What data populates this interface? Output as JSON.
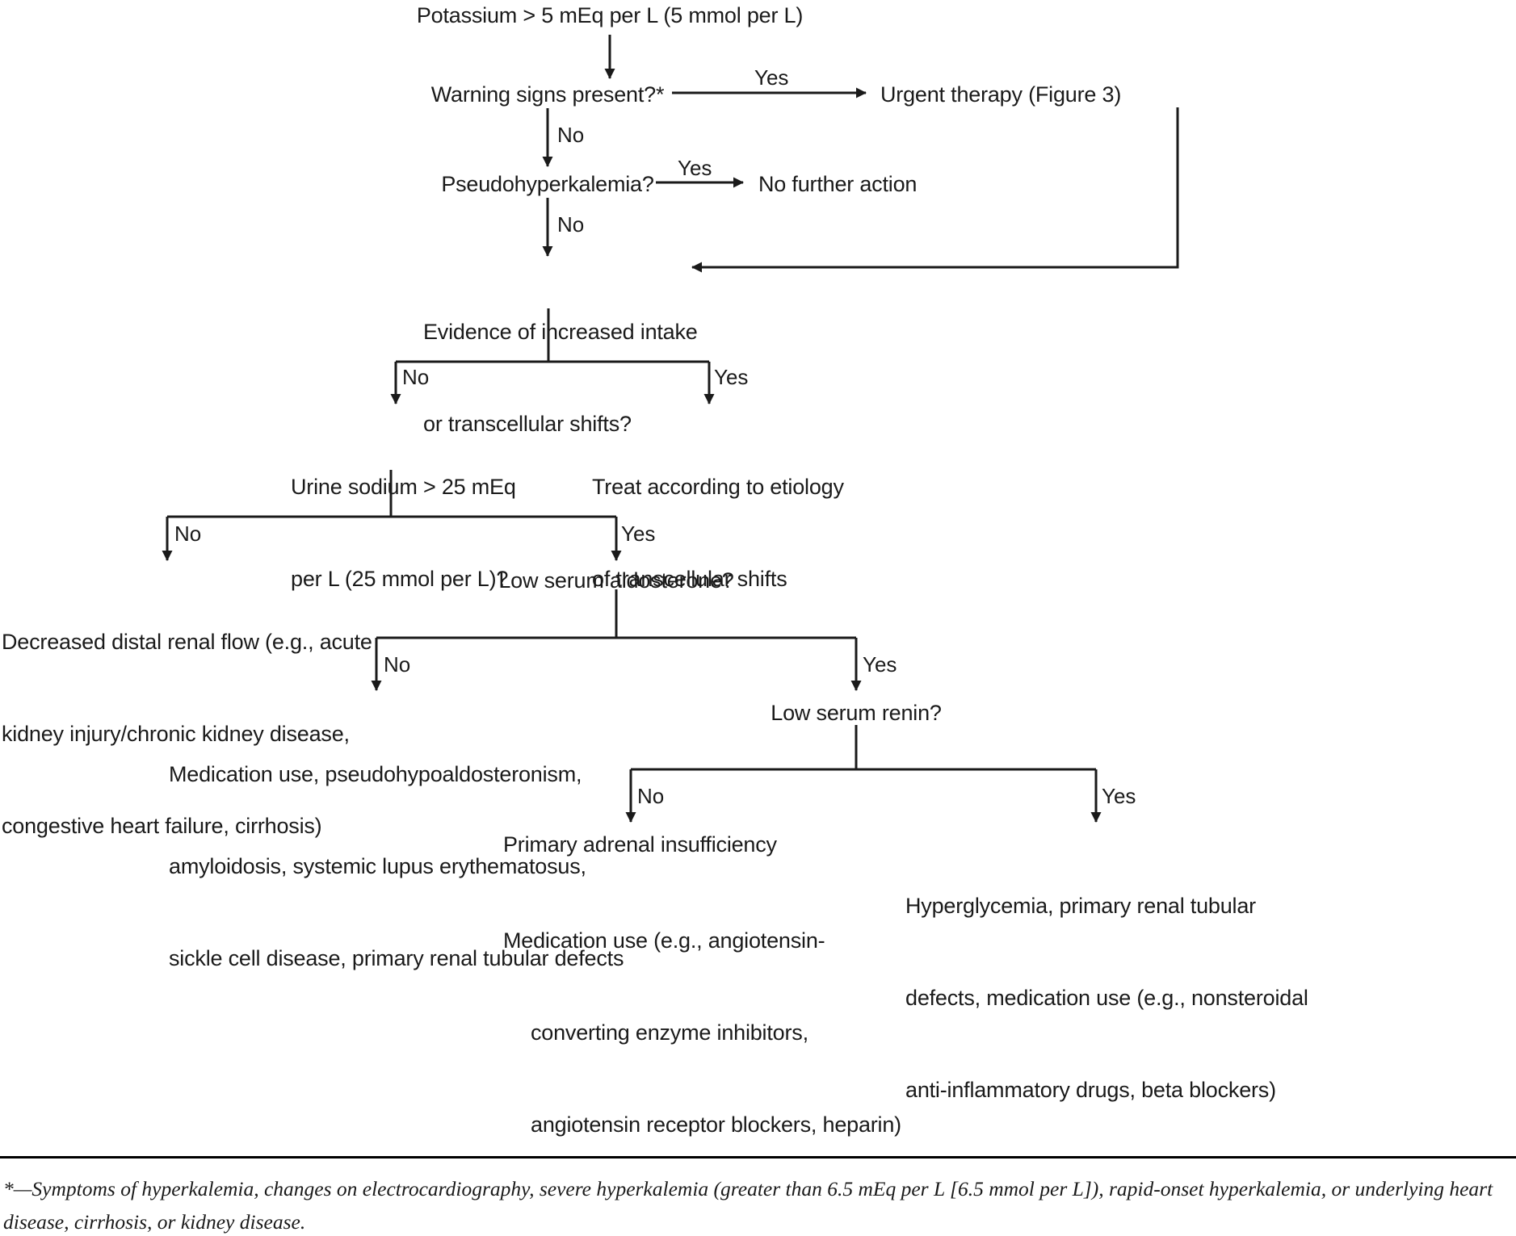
{
  "figure": {
    "type": "clinical-decision-flowchart",
    "topic": "Evaluation of hyperkalemia"
  },
  "nodes": {
    "potassium": "Potassium > 5 mEq per L (5 mmol per L)",
    "warning_signs": "Warning signs present?*",
    "urgent_therapy": "Urgent therapy (Figure 3)",
    "pseudohyperkalemia": "Pseudohyperkalemia?",
    "no_further_action": "No further action",
    "evidence_line1": "Evidence of increased intake",
    "evidence_line2": "or transcellular shifts?",
    "urine_sodium_line1": "Urine sodium > 25 mEq",
    "urine_sodium_line2": "per L (25 mmol per L)?",
    "treat_etiology_line1": "Treat according to etiology",
    "treat_etiology_line2": "of transcellular shifts",
    "decreased_flow_line1": "Decreased distal renal flow (e.g., acute",
    "decreased_flow_line2": "kidney injury/chronic kidney disease,",
    "decreased_flow_line3": "congestive heart failure, cirrhosis)",
    "low_aldosterone": "Low serum aldosterone?",
    "medication_use_line1": "Medication use, pseudohypoaldosteronism,",
    "medication_use_line2": "amyloidosis, systemic lupus erythematosus,",
    "medication_use_line3": "sickle cell disease, primary renal tubular defects",
    "low_renin": "Low serum renin?",
    "primary_adrenal": "Primary adrenal insufficiency",
    "medication_aceis_line1": "Medication use (e.g., angiotensin-",
    "medication_aceis_line2": "converting enzyme inhibitors,",
    "medication_aceis_line3": "angiotensin receptor blockers, heparin)",
    "hyperglycemia_line1": "Hyperglycemia, primary renal tubular",
    "hyperglycemia_line2": "defects, medication use (e.g., nonsteroidal",
    "hyperglycemia_line3": "anti-inflammatory drugs, beta blockers)"
  },
  "edge_labels": {
    "warning_yes": "Yes",
    "warning_no": "No",
    "pseudo_yes": "Yes",
    "pseudo_no": "No",
    "evidence_no": "No",
    "evidence_yes": "Yes",
    "urine_no": "No",
    "urine_yes": "Yes",
    "aldosterone_no": "No",
    "aldosterone_yes": "Yes",
    "renin_no": "No",
    "renin_yes": "Yes"
  },
  "footnote": {
    "text": "*—Symptoms of hyperkalemia, changes on electrocardiography, severe hyperkalemia (greater than 6.5 mEq per L [6.5 mmol per L]), rapid-onset hyperkalemia, or underlying heart disease, cirrhosis, or kidney disease."
  },
  "colors": {
    "text": "#1a1a1a",
    "line": "#1a1a1a",
    "background": "#ffffff"
  }
}
